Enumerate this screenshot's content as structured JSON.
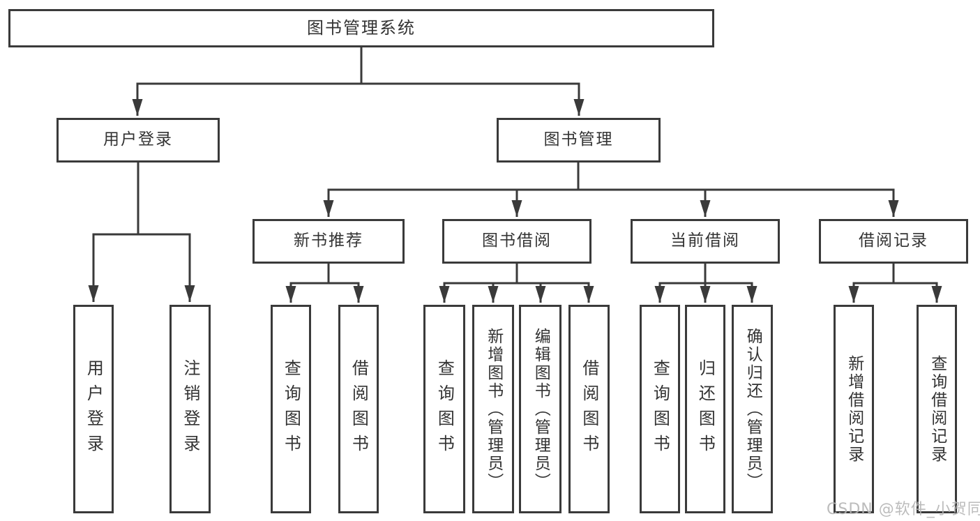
{
  "tree": {
    "root": {
      "label": "图书管理系统"
    },
    "user_login": {
      "label": "用户登录",
      "children": [
        {
          "label": "用户登录"
        },
        {
          "label": "注销登录"
        }
      ]
    },
    "book_management": {
      "label": "图书管理",
      "children": [
        {
          "label": "新书推荐",
          "children": [
            {
              "label": "查询图书"
            },
            {
              "label": "借阅图书"
            }
          ]
        },
        {
          "label": "图书借阅",
          "children": [
            {
              "label": "查询图书"
            },
            {
              "label": "新增图书（管理员）"
            },
            {
              "label": "编辑图书（管理员）"
            },
            {
              "label": "借阅图书"
            }
          ]
        },
        {
          "label": "当前借阅",
          "children": [
            {
              "label": "查询图书"
            },
            {
              "label": "归还图书"
            },
            {
              "label": "确认归还（管理员）"
            }
          ]
        },
        {
          "label": "借阅记录",
          "children": [
            {
              "label": "新增借阅记录"
            },
            {
              "label": "查询借阅记录"
            }
          ]
        }
      ]
    }
  },
  "watermark": "CSDN @软件_小贺同学",
  "colors": {
    "line": "#3a3a3a",
    "text": "#333333",
    "background": "#ffffff",
    "watermark": "#b5b5b5"
  }
}
